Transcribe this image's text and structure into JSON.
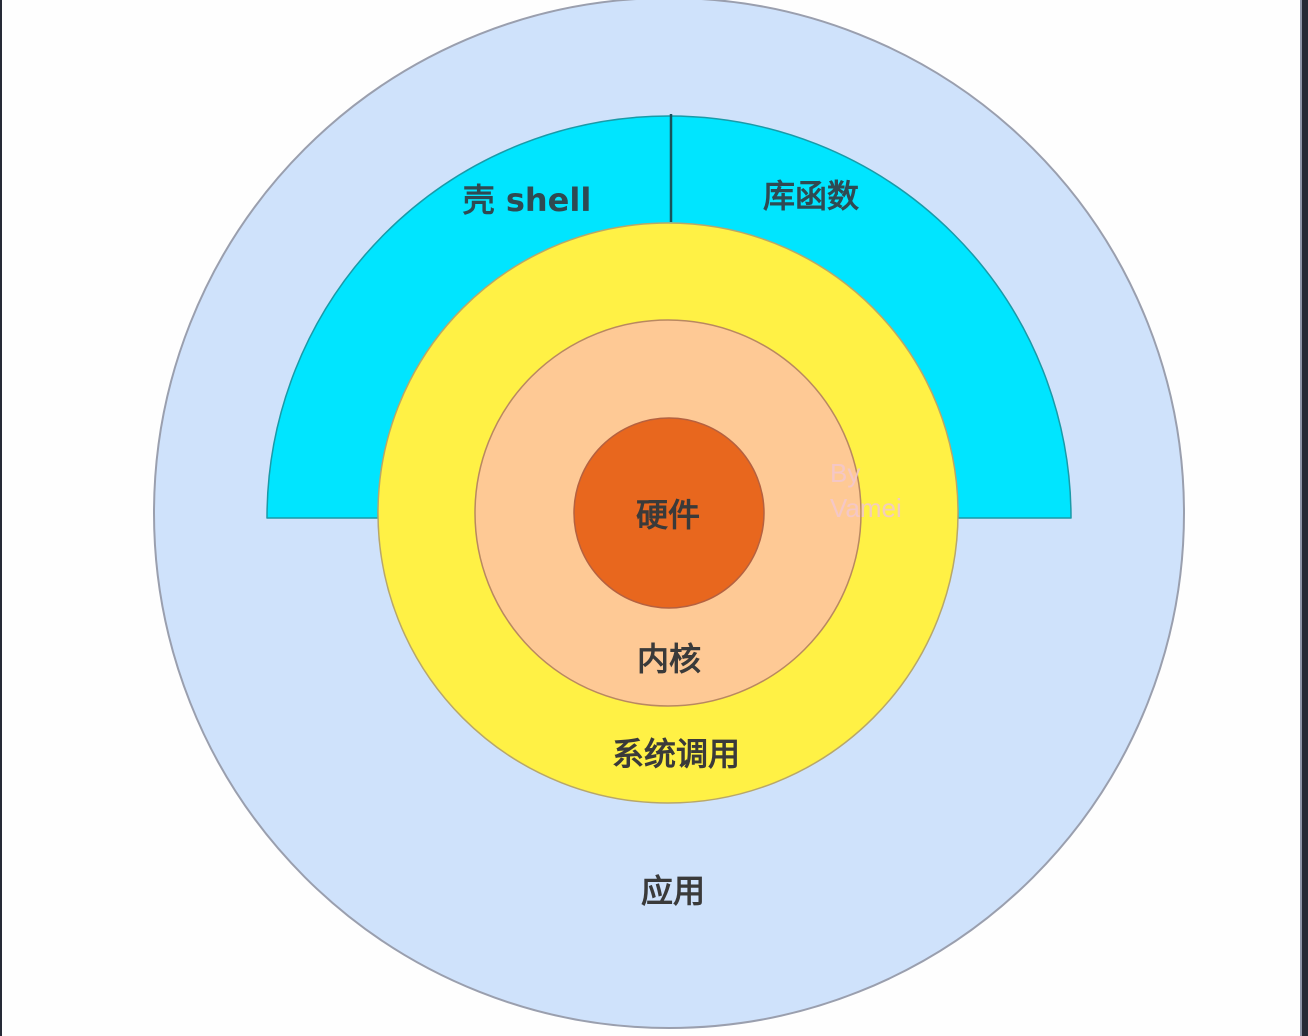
{
  "diagram": {
    "title": "",
    "layers": [
      {
        "id": "applications",
        "label": "应用",
        "color": "#cfe2fb"
      },
      {
        "id": "shell",
        "label": "壳 shell",
        "color": "#00e5ff"
      },
      {
        "id": "library",
        "label": "库函数",
        "color": "#00e5ff"
      },
      {
        "id": "syscall",
        "label": "系统调用",
        "color": "#fff145"
      },
      {
        "id": "kernel",
        "label": "内核",
        "color": "#fec995"
      },
      {
        "id": "hardware",
        "label": "硬件",
        "color": "#e8671e"
      }
    ],
    "watermark": {
      "line1": "By",
      "line2": "Vamei"
    }
  }
}
